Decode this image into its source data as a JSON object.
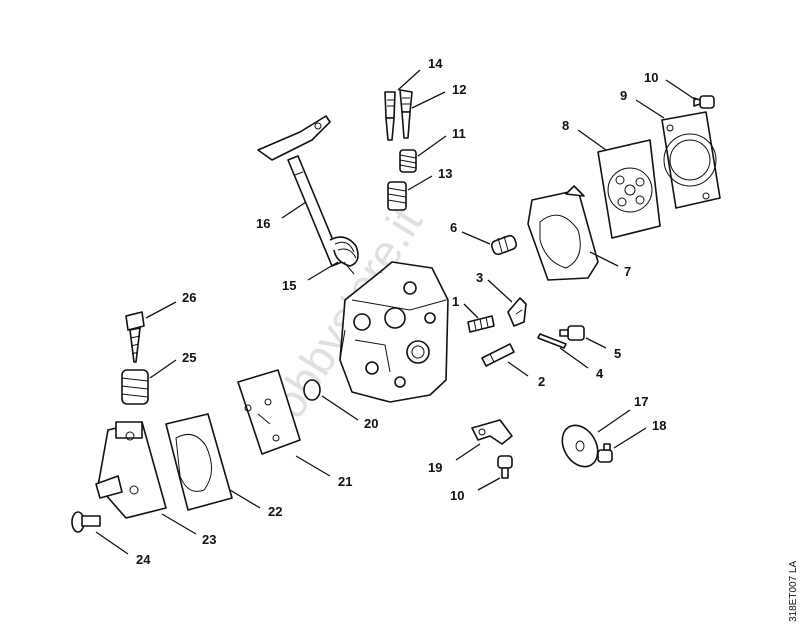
{
  "labels": {
    "l1": "1",
    "l2": "2",
    "l3": "3",
    "l4": "4",
    "l5": "5",
    "l6": "6",
    "l7": "7",
    "l8": "8",
    "l9": "9",
    "l10a": "10",
    "l10b": "10",
    "l11": "11",
    "l12": "12",
    "l13": "13",
    "l14": "14",
    "l15": "15",
    "l16": "16",
    "l17": "17",
    "l18": "18",
    "l19": "19",
    "l20": "20",
    "l21": "21",
    "l22": "22",
    "l23": "23",
    "l24": "24",
    "l25": "25",
    "l26": "26"
  },
  "drawing_code": "318ET007 LA",
  "watermark": "Hobbystore.it"
}
